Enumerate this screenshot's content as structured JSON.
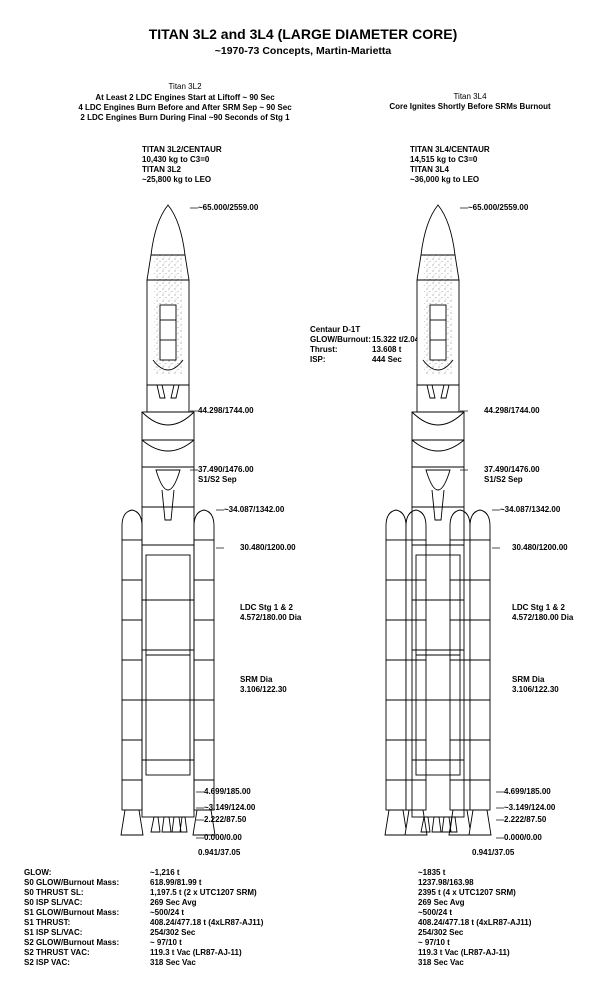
{
  "title": "TITAN 3L2 and 3L4  (LARGE DIAMETER CORE)",
  "subtitle": "~1970-73 Concepts, Martin-Marietta",
  "left_header": {
    "name": "Titan 3L2",
    "notes": [
      "At Least 2 LDC Engines Start at Liftoff ~ 90 Sec",
      "4 LDC Engines Burn Before and After SRM Sep ~ 90 Sec",
      "2 LDC Engines Burn During Final ~90 Seconds of Stg 1"
    ]
  },
  "right_header": {
    "name": "Titan 3L4",
    "notes": [
      "Core Ignites Shortly Before SRMs Burnout"
    ]
  },
  "left_perf": [
    "TITAN 3L2/CENTAUR",
    "10,430 kg to C3=0",
    "TITAN 3L2",
    "~25,800 kg to LEO"
  ],
  "right_perf": [
    "TITAN 3L4/CENTAUR",
    "14,515 kg to C3=0",
    "TITAN 3L4",
    "~36,000 kg to LEO"
  ],
  "centaur": {
    "name": "Centaur D-1T",
    "rows": [
      {
        "label": "GLOW/Burnout:",
        "value": "15.322 t/2.041 t"
      },
      {
        "label": "Thrust:",
        "value": "13.608 t"
      },
      {
        "label": "ISP:",
        "value": "444 Sec"
      }
    ]
  },
  "dims": {
    "top": "~65.000/2559.00",
    "centaur_base": "44.298/1744.00",
    "sep": "37.490/1476.00",
    "sep_label": "S1/S2 Sep",
    "srm_top": "~34.087/1342.00",
    "srm_body": "30.480/1200.00",
    "ldc_label": "LDC Stg 1 & 2",
    "ldc_dia": "4.572/180.00 Dia",
    "srm_label": "SRM Dia",
    "srm_dia": "3.106/122.30",
    "d1": "4.699/185.00",
    "d2": "~3.149/124.00",
    "d3": "2.222/87.50",
    "d4": "0.000/0.00",
    "d5": "0.941/37.05"
  },
  "stat_labels": [
    "GLOW:",
    "S0 GLOW/Burnout Mass:",
    "S0 THRUST SL:",
    "S0 ISP SL/VAC:",
    "S1 GLOW/Burnout Mass:",
    "S1 THRUST:",
    "S1 ISP SL/VAC:",
    "S2 GLOW/Burnout Mass:",
    "S2 THRUST VAC:",
    "S2 ISP VAC:"
  ],
  "stats_left": [
    "~1,216 t",
    "618.99/81.99 t",
    "1,197.5 t (2 x UTC1207 SRM)",
    "269 Sec Avg",
    "~500/24 t",
    "408.24/477.18 t (4xLR87-AJ11)",
    "254/302 Sec",
    "~ 97/10 t",
    "119.3 t Vac (LR87-AJ-11)",
    "318 Sec Vac"
  ],
  "stats_right": [
    "~1835 t",
    "1237.98/163.98",
    "2395 t (4 x UTC1207 SRM)",
    "269 Sec Avg",
    "~500/24 t",
    "408.24/477.18 t (4xLR87-AJ11)",
    "254/302 Sec",
    "~ 97/10 t",
    "119.3 t Vac (LR87-AJ-11)",
    "318 Sec Vac"
  ]
}
